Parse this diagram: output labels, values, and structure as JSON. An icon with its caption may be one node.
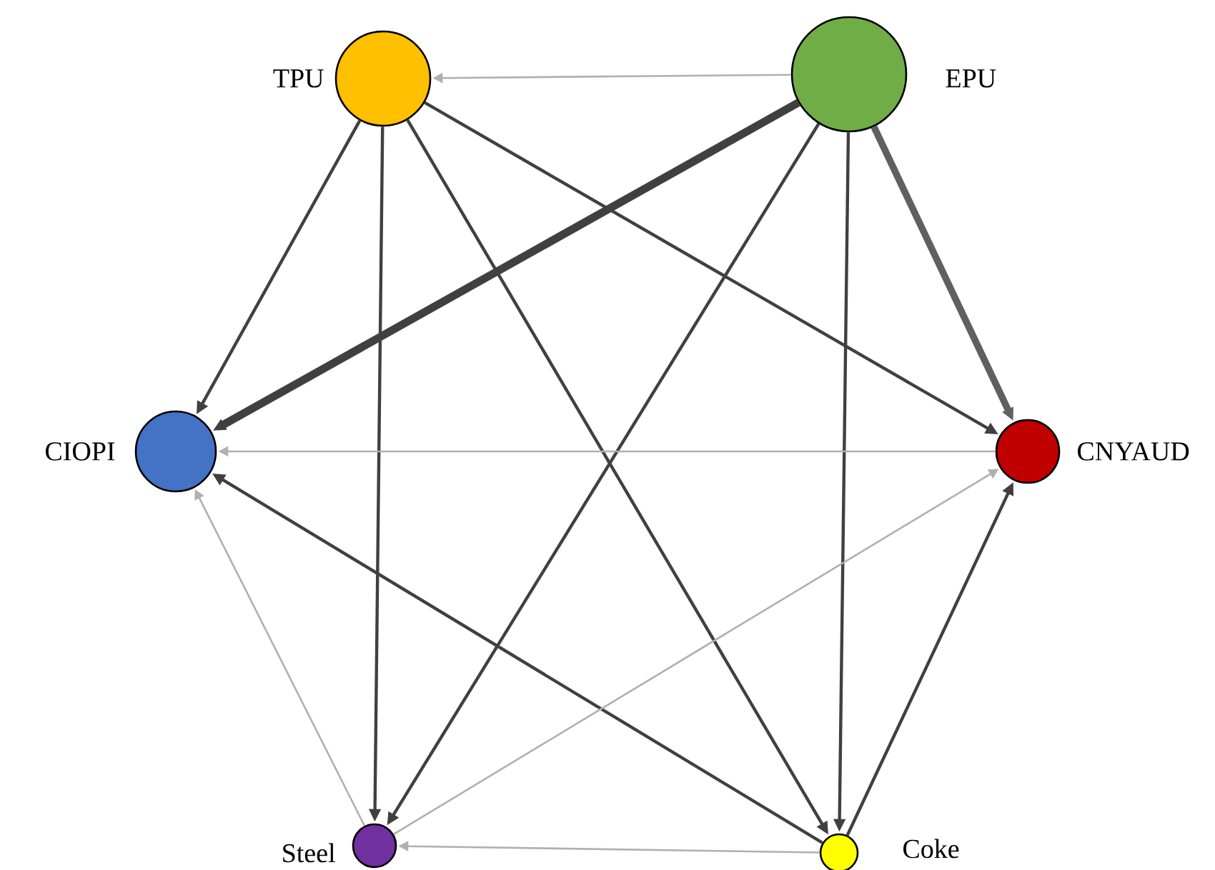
{
  "diagram": {
    "nodes": [
      {
        "text": [
          "TPU"
        ]
      },
      {
        "text": [
          "EPU"
        ]
      },
      {
        "text": [
          "CIOPI"
        ]
      },
      {
        "text": [
          "CNYAUD"
        ]
      },
      {
        "text": [
          "Steel"
        ]
      },
      {
        "text": [
          "Coke"
        ]
      }
    ],
    "edges": [
      {
        "from": 1,
        "to": 0,
        "arrow": "to",
        "color": "#b0b0b0"
      },
      {
        "from": 0,
        "to": 2,
        "arrow": "to"
      },
      {
        "from": 1,
        "to": 2,
        "arrow": "to",
        "style": "thick"
      },
      {
        "from": 0,
        "to": 4,
        "arrow": "to"
      },
      {
        "from": 0,
        "to": 5,
        "arrow": "to"
      },
      {
        "from": 0,
        "to": 3,
        "arrow": "to"
      },
      {
        "from": 1,
        "to": 4,
        "arrow": "to"
      },
      {
        "from": 1,
        "to": 5,
        "arrow": "to"
      },
      {
        "from": 1,
        "to": 3,
        "arrow": "to",
        "style": "thick",
        "color": "#606060"
      },
      {
        "from": 3,
        "to": 2,
        "arrow": "to",
        "color": "#b0b0b0"
      },
      {
        "from": 5,
        "to": 2,
        "arrow": "to"
      },
      {
        "from": 4,
        "to": 2,
        "arrow": "to",
        "color": "#b0b0b0"
      },
      {
        "from": 4,
        "to": 3,
        "arrow": "to",
        "color": "#b0b0b0"
      },
      {
        "from": 5,
        "to": 3,
        "arrow": "to"
      },
      {
        "from": 5,
        "to": 4,
        "arrow": "to",
        "color": "#b0b0b0"
      }
    ]
  }
}
